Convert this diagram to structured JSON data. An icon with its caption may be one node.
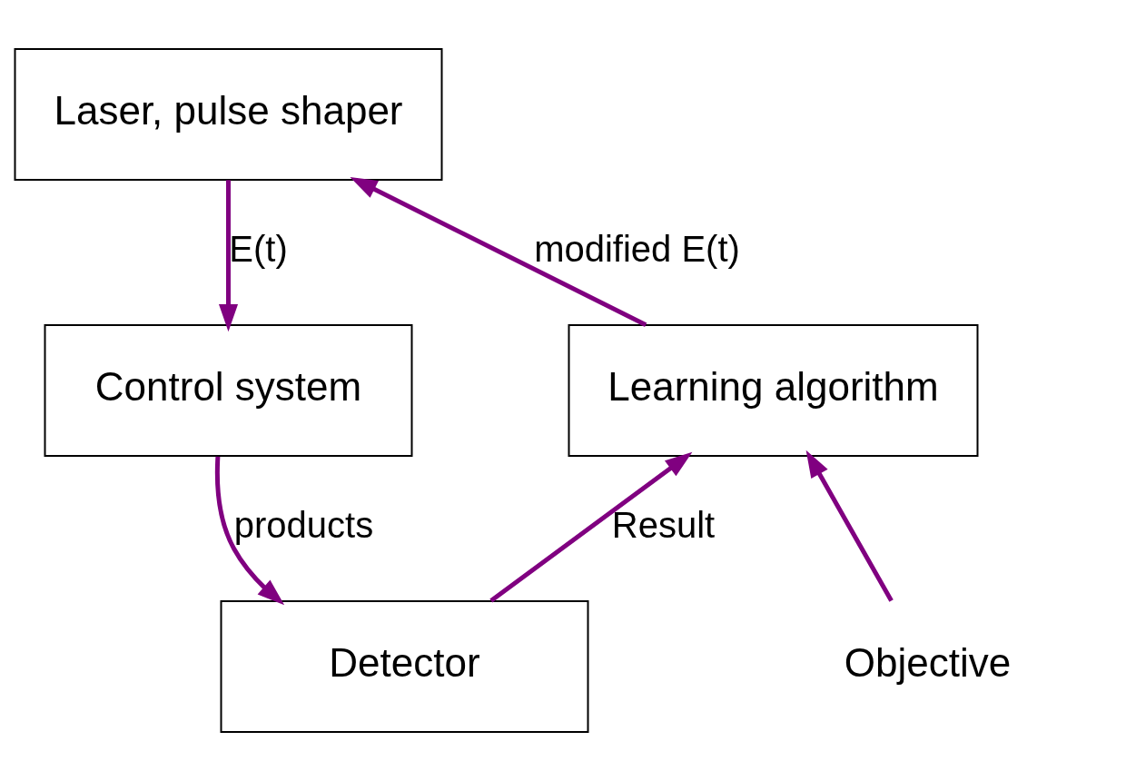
{
  "diagram": {
    "nodes": [
      {
        "text": [
          "Laser, pulse shaper"
        ]
      },
      {
        "text": [
          "Control system"
        ]
      },
      {
        "text": [
          "Detector"
        ]
      },
      {
        "text": [
          "Learning algorithm"
        ]
      },
      {
        "text": [
          "Objective"
        ]
      }
    ],
    "edges": [
      {
        "from": 0,
        "to": 1,
        "arrow": "to",
        "label": "E(t)"
      },
      {
        "from": 1,
        "to": 2,
        "arrow": "to",
        "label": "products"
      },
      {
        "from": 2,
        "to": 3,
        "arrow": "to",
        "label": "Result"
      },
      {
        "from": 4,
        "to": 3,
        "arrow": "to"
      },
      {
        "from": 3,
        "to": 0,
        "arrow": "to",
        "label": "modified E(t)"
      }
    ]
  }
}
